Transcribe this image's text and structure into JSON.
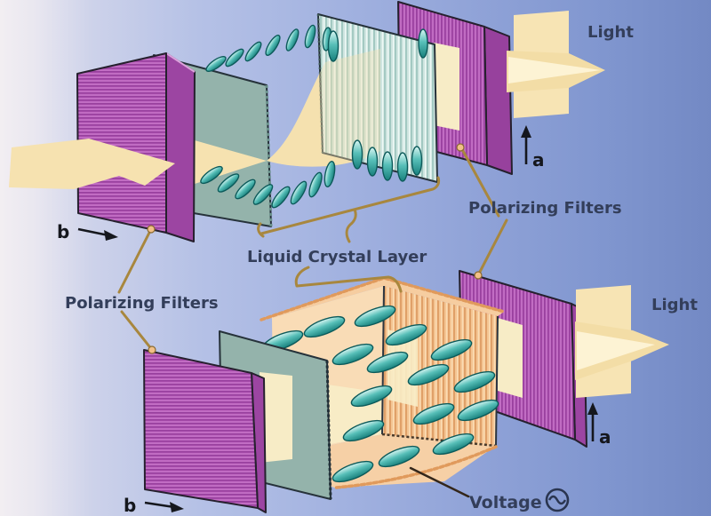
{
  "diagram": {
    "top_panel": {
      "light_label": "Light",
      "a_axis_label": "a",
      "b_axis_label": "b",
      "polarizing_filters_label": "Polarizing Filters"
    },
    "middle": {
      "liquid_crystal_layer_label": "Liquid Crystal Layer"
    },
    "bottom_panel": {
      "light_label": "Light",
      "a_axis_label": "a",
      "b_axis_label": "b",
      "polarizing_filters_label": "Polarizing Filters",
      "voltage_label": "Voltage"
    },
    "icons": {
      "ac_source": "ac-source-icon",
      "up_arrow": "up-arrow-icon",
      "right_arrow": "right-arrow-icon"
    },
    "colors": {
      "background_left": "#f2eef2",
      "background_right": "#7389c4",
      "polarizer_purple": "#b75ab9",
      "polarizer_purple_dark": "#98409e",
      "glass_plate_teal": "#94b3ab",
      "striped_glass_pale_teal": "#cfe5e0",
      "lc_box_orange": "#f6cda0",
      "lc_box_stripe_orange": "#e0a068",
      "crystal_teal": "#2d9a94",
      "light_beam_cream": "#f6e2b0",
      "leader_gold": "#a8873e",
      "label_text": "#333e5a"
    }
  }
}
